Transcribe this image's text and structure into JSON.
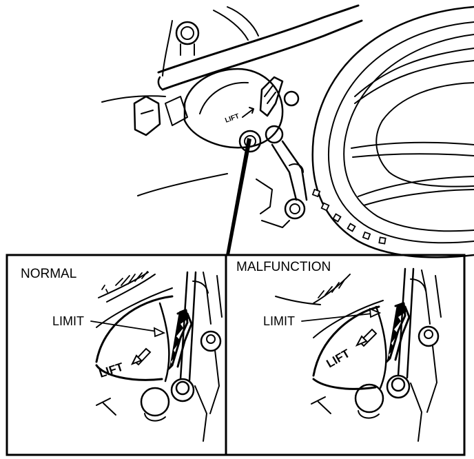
{
  "panels": {
    "normal": {
      "title": "NORMAL",
      "callout": "LIMIT",
      "scale_text": "LIFT"
    },
    "malfunction": {
      "title": "MALFUNCTION",
      "callout": "LIMIT",
      "scale_text": "LIFT"
    }
  },
  "overview": {
    "scale_text": "LIFT"
  },
  "colors": {
    "ink": "#000000",
    "paper": "#ffffff"
  }
}
